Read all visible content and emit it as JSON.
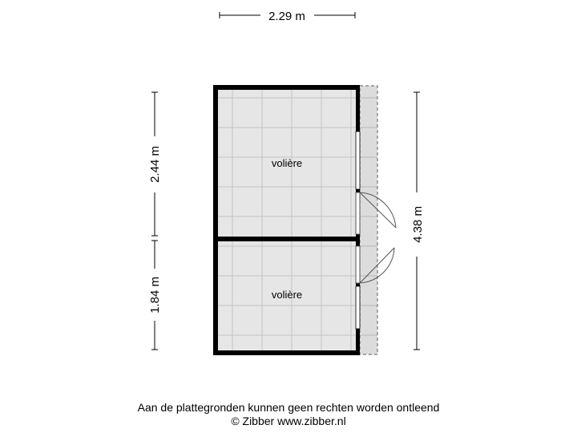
{
  "dimensions": {
    "top_width": "2.29 m",
    "left_upper_height": "2.44 m",
    "left_lower_height": "1.84 m",
    "right_total_height": "4.38 m"
  },
  "rooms": [
    {
      "label": "volière"
    },
    {
      "label": "volière"
    }
  ],
  "footer": {
    "disclaimer": "Aan de plattegronden kunnen geen rechten worden ontleend",
    "copyright": "© Zibber www.zibber.nl"
  },
  "colors": {
    "wall": "#000000",
    "floor": "#e6e6e6",
    "tile_line": "#c4c4c4",
    "door_line": "#555555"
  }
}
